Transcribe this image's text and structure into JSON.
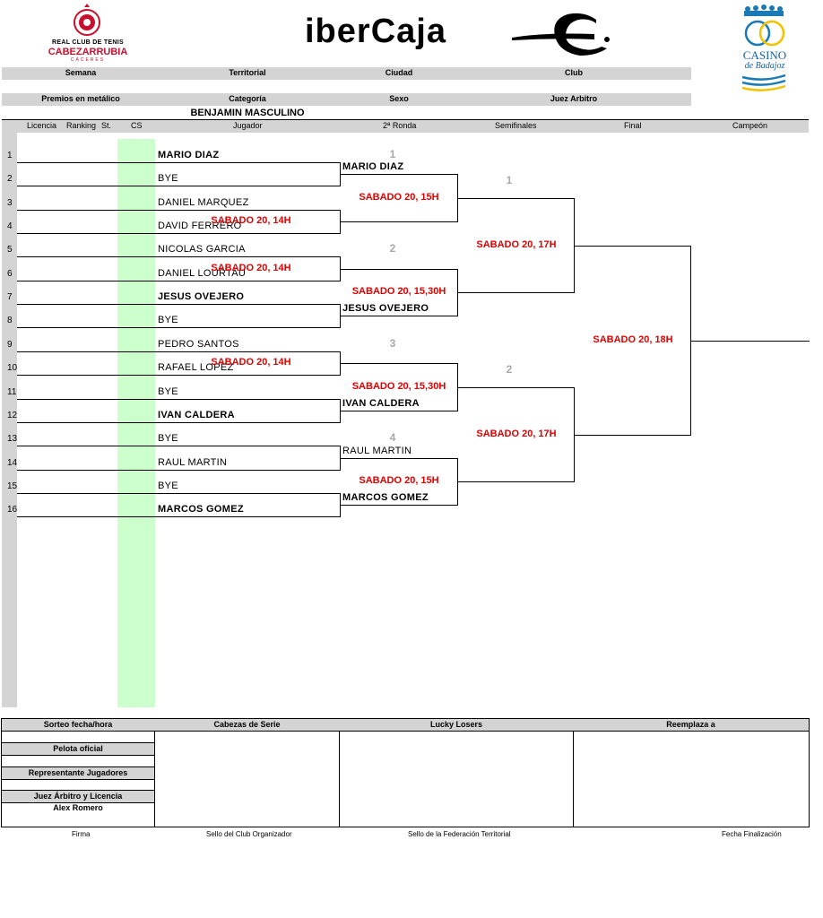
{
  "header": {
    "club_logo": {
      "line1": "REAL CLUB DE TENIS",
      "line2": "CABEZARRUBIA",
      "line3": "CÁCERES"
    },
    "sponsor": "iberCaja",
    "casino_logo": {
      "line1": "CASINO",
      "line2": "de Badajoz"
    },
    "row1": [
      "Semana",
      "Territorial",
      "Ciudad",
      "Club"
    ],
    "row2": [
      "Premios en metálico",
      "Categoría",
      "Sexo",
      "Juez Arbitro"
    ],
    "category": "BENJAMIN MASCULINO"
  },
  "columns": [
    "Licencia",
    "Ranking",
    "St.",
    "CS",
    "Jugador",
    "2ª Ronda",
    "Semifinales",
    "Final",
    "Campeón"
  ],
  "players": [
    {
      "num": "1",
      "name": "MARIO DIAZ",
      "bold": true
    },
    {
      "num": "2",
      "name": "BYE",
      "bold": false
    },
    {
      "num": "3",
      "name": "DANIEL MARQUEZ",
      "bold": false
    },
    {
      "num": "4",
      "name": "DAVID FERRERO",
      "bold": false
    },
    {
      "num": "5",
      "name": "NICOLAS GARCIA",
      "bold": false
    },
    {
      "num": "6",
      "name": "DANIEL LOURTAU",
      "bold": false
    },
    {
      "num": "7",
      "name": "JESUS OVEJERO",
      "bold": true
    },
    {
      "num": "8",
      "name": "BYE",
      "bold": false
    },
    {
      "num": "9",
      "name": "PEDRO SANTOS",
      "bold": false
    },
    {
      "num": "10",
      "name": "RAFAEL LOPEZ",
      "bold": false
    },
    {
      "num": "11",
      "name": "BYE",
      "bold": false
    },
    {
      "num": "12",
      "name": "IVAN CALDERA",
      "bold": true
    },
    {
      "num": "13",
      "name": "BYE",
      "bold": false
    },
    {
      "num": "14",
      "name": "RAUL MARTIN",
      "bold": false
    },
    {
      "num": "15",
      "name": "BYE",
      "bold": false
    },
    {
      "num": "16",
      "name": "MARCOS GOMEZ",
      "bold": true
    }
  ],
  "round1_times": [
    "",
    "SABADO 20, 14H",
    "SABADO 20, 14H",
    "",
    "SABADO 20, 14H",
    "",
    "",
    ""
  ],
  "round2": {
    "players": [
      {
        "name": "MARIO DIAZ",
        "bold": true
      },
      {
        "name": "",
        "bold": false
      },
      {
        "name": "",
        "bold": false
      },
      {
        "name": "JESUS OVEJERO",
        "bold": true
      },
      {
        "name": "",
        "bold": false
      },
      {
        "name": "IVAN CALDERA",
        "bold": true
      },
      {
        "name": "RAUL MARTIN",
        "bold": false
      },
      {
        "name": "MARCOS GOMEZ",
        "bold": true
      }
    ],
    "match_numbers": [
      "1",
      "2",
      "3",
      "4"
    ],
    "times": [
      "SABADO 20, 15H",
      "SABADO 20, 15,30H",
      "SABADO 20, 15,30H",
      "SABADO 20, 15H"
    ]
  },
  "semifinals": {
    "match_numbers": [
      "1",
      "2"
    ],
    "times": [
      "SABADO 20, 17H",
      "SABADO 20, 17H"
    ]
  },
  "final": {
    "time": "SABADO 20, 18H"
  },
  "bottom": {
    "left_labels": [
      "Sorteo fecha/hora",
      "Pelota oficial",
      "Representante Jugadores",
      "Juez Árbitro y Licencia"
    ],
    "referee": "Alex Romero",
    "sections": [
      "Cabezas de Serie",
      "Lucky Losers",
      "Reemplaza a"
    ]
  },
  "footer": [
    "Firma",
    "Sello del Club Organizador",
    "Sello de la Federación Territorial",
    "Fecha Finalización"
  ]
}
